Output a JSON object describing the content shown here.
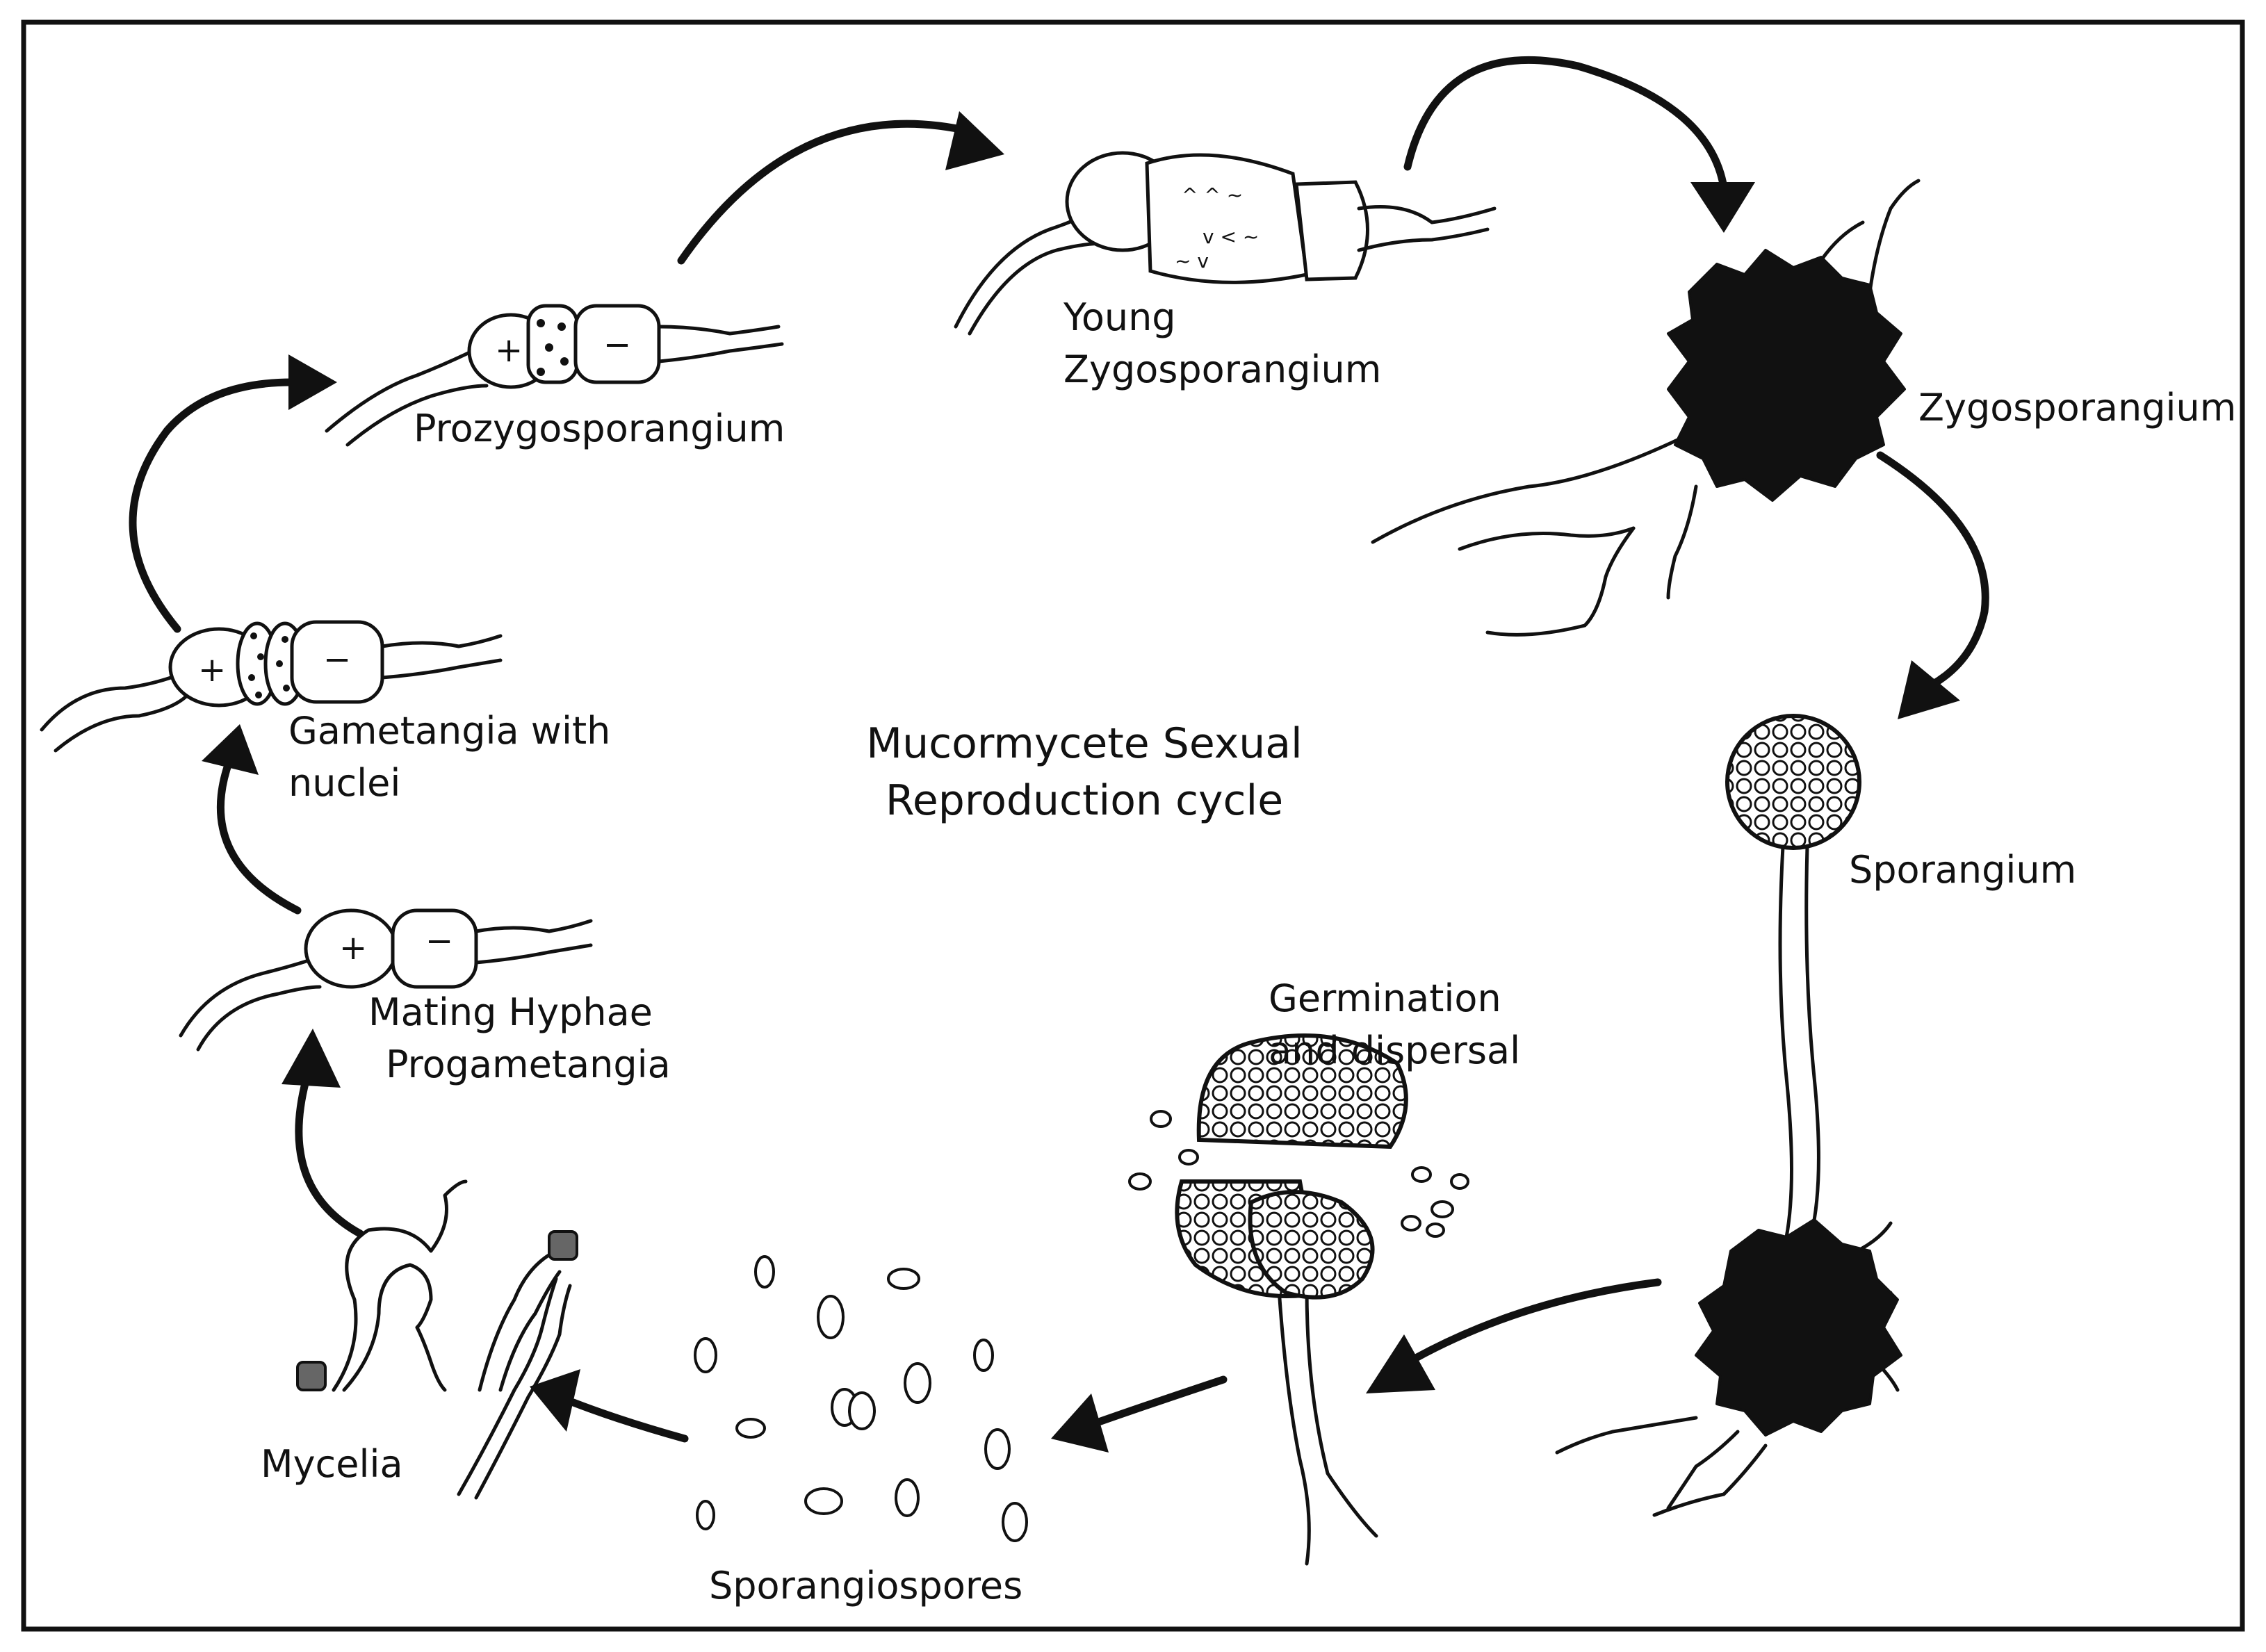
{
  "title": {
    "line1": "Mucormycete Sexual",
    "line2": "Reproduction cycle"
  },
  "stages": {
    "prozygosporangium": "Prozygosporangium",
    "young_zygosporangium_line1": "Young",
    "young_zygosporangium_line2": "Zygosporangium",
    "zygosporangium": "Zygosporangium",
    "sporangium": "Sporangium",
    "germination_line1": "Germination",
    "germination_line2": "and dispersal",
    "sporangiospores": "Sporangiospores",
    "mycelia": "Mycelia",
    "mating_line1": "Mating Hyphae",
    "mating_line2": "Progametangia",
    "gametangia_line1": "Gametangia with",
    "gametangia_line2": "nuclei"
  },
  "mating_signs": {
    "plus": "+",
    "minus": "−"
  },
  "colors": {
    "ink": "#111111",
    "mycelium_tip": "#666666"
  }
}
